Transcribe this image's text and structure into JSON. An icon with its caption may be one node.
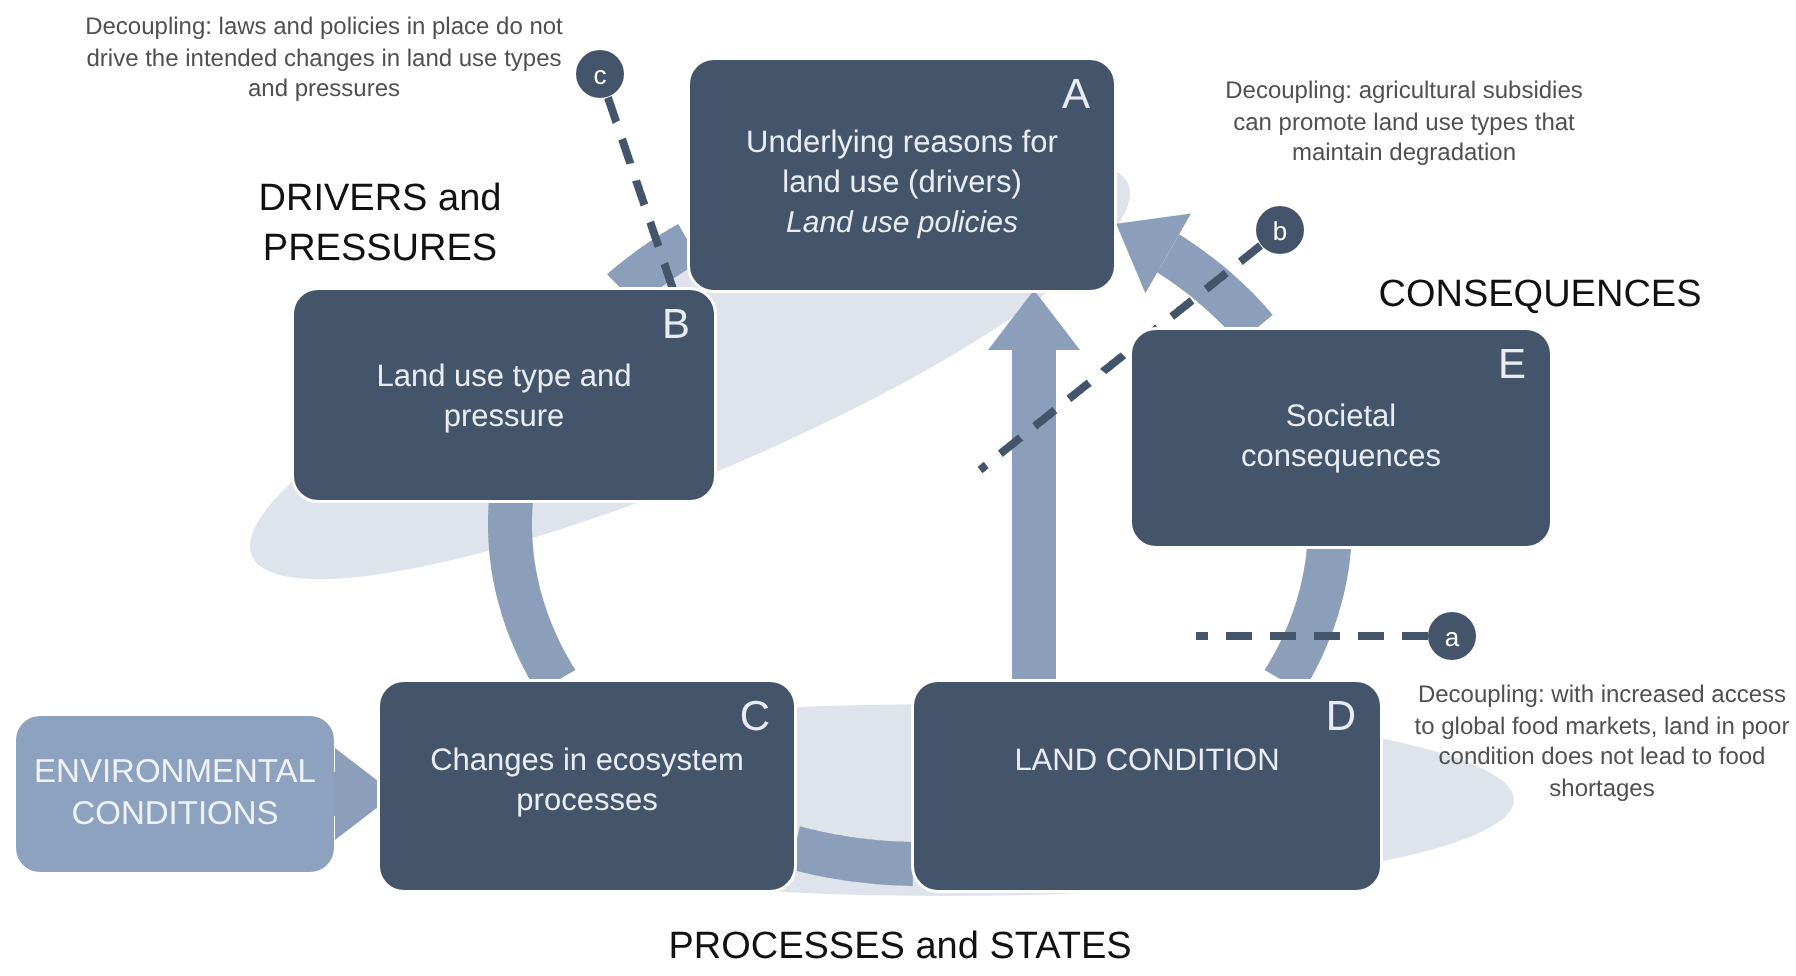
{
  "diagram": {
    "nodes": [
      {
        "text": [
          "c"
        ],
        "beside": [
          "Decoupling: laws and policies in place do not drive the intended changes in land use types and pressures"
        ]
      },
      {
        "text": [
          "A",
          "Underlying reasons for land use (drivers)",
          "Land use policies"
        ]
      },
      {
        "text": [
          "b"
        ],
        "beside": [
          "Decoupling: agricultural subsidies can promote land use types that maintain degradation"
        ]
      },
      {
        "text": [
          "B",
          "Land use type and pressure"
        ]
      },
      {
        "text": [
          "E",
          "Societal consequences"
        ]
      },
      {
        "text": [
          "a"
        ],
        "beside": [
          "Decoupling: with increased access to global food markets, land in poor condition does not lead to food shortages"
        ]
      },
      {
        "text": [
          "ENVIRONMENTAL CONDITIONS"
        ]
      },
      {
        "text": [
          "C",
          "Changes in ecosystem processes"
        ]
      },
      {
        "text": [
          "D",
          "LAND CONDITION"
        ]
      }
    ],
    "edges": [
      {
        "from": 1,
        "to": 3,
        "arrow": "none"
      },
      {
        "from": 3,
        "to": 7,
        "arrow": "none"
      },
      {
        "from": 7,
        "to": 8,
        "arrow": "none"
      },
      {
        "from": 8,
        "to": 4,
        "arrow": "none"
      },
      {
        "from": 4,
        "to": 1,
        "arrow": "to"
      },
      {
        "from": 8,
        "to": 1,
        "arrow": "to"
      },
      {
        "from": 6,
        "to": 7,
        "arrow": "to"
      },
      {
        "from": 0,
        "to": 3,
        "arrow": "none",
        "style": "dashed",
        "color": "#44546a"
      },
      {
        "from": 2,
        "to": null,
        "arrow": "none",
        "style": "dashed",
        "color": "#44546a"
      },
      {
        "from": 5,
        "to": null,
        "arrow": "none",
        "style": "dashed",
        "color": "#44546a"
      }
    ],
    "labels": [
      "DRIVERS and PRESSURES",
      "CONSEQUENCES",
      "PROCESSES and STATES"
    ]
  }
}
